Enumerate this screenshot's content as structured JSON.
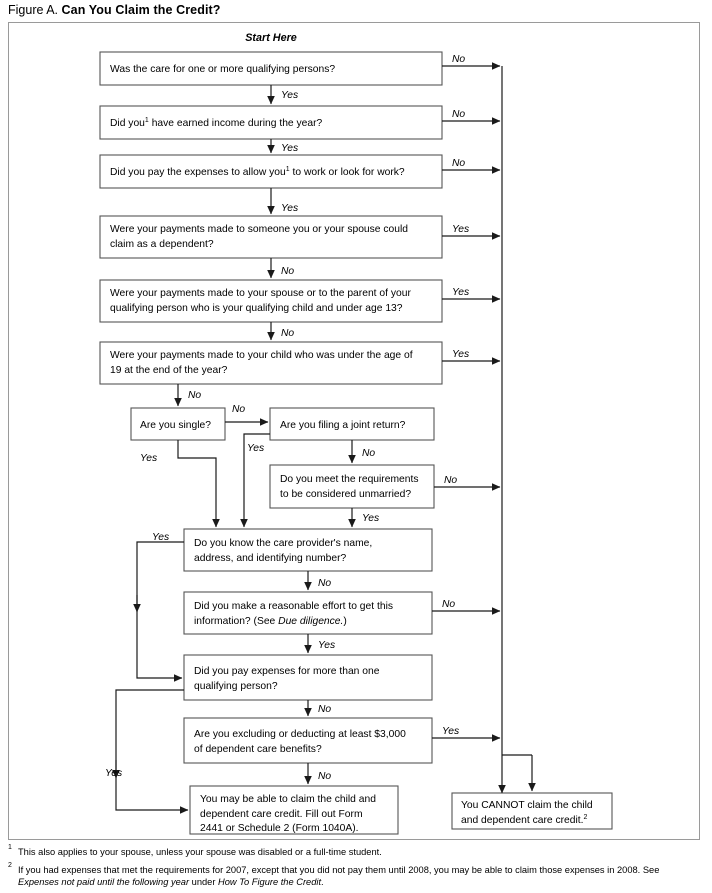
{
  "figure": {
    "label": "Figure A.",
    "title": "Can You Claim the Credit?",
    "start_label": "Start Here"
  },
  "nodes": {
    "q1": {
      "line1": "Was the care for one or more qualifying persons?"
    },
    "q2": {
      "pre": "Did you",
      "sup": "1",
      "post": " have earned income during the year?"
    },
    "q3": {
      "pre": "Did you pay the expenses to allow you",
      "sup": "1",
      "post": " to work or look for work?"
    },
    "q4": {
      "line1": "Were your payments made to someone you or your spouse could",
      "line2": "claim as a dependent?"
    },
    "q5": {
      "line1": "Were your payments made to your spouse or to the parent of your",
      "line2": "qualifying person who is your qualifying child and under age 13?"
    },
    "q6": {
      "line1": "Were your payments made to your child who was under the age of",
      "line2": "19 at the end of the year?"
    },
    "q7": {
      "line1": "Are you single?"
    },
    "q8": {
      "line1": "Are you filing a joint return?"
    },
    "q9": {
      "line1": "Do you meet the requirements",
      "line2": "to be considered unmarried?"
    },
    "q10": {
      "line1": "Do you know the care provider's name,",
      "line2": "address, and identifying number?"
    },
    "q11": {
      "pre": "Did you make a reasonable effort to get this",
      "line2pre": "information? (See ",
      "line2ital": "Due diligence.",
      "line2post": ")"
    },
    "q12": {
      "line1": "Did you pay expenses for more than one",
      "line2": "qualifying person?"
    },
    "q13": {
      "line1": "Are you excluding or deducting at least $3,000",
      "line2": "of dependent care benefits?"
    },
    "yes_outcome": {
      "line1": "You may be able to claim the child and",
      "line2": "dependent care credit. Fill out Form",
      "line3": "2441 or Schedule 2 (Form 1040A)."
    },
    "no_outcome": {
      "line1": "You CANNOT claim the child",
      "line2pre": "and dependent care credit.",
      "sup": "2"
    }
  },
  "edge_labels": {
    "yes": "Yes",
    "no": "No"
  },
  "footnotes": {
    "one": {
      "mark": "1",
      "text": "This also applies to your spouse, unless your spouse was disabled or a full-time student."
    },
    "two": {
      "mark": "2",
      "part1": "If you had expenses that met the requirements for 2007, except that you did not pay them until 2008, you may be able to claim those expenses in 2008. See",
      "ital1": "Expenses not paid until the following year",
      "mid": " under ",
      "ital2": "How To Figure the Credit",
      "end": "."
    }
  },
  "colors": {
    "box_border": "#555555",
    "line": "#1a1a1a",
    "frame": "#9a9a9a",
    "background": "#ffffff"
  }
}
